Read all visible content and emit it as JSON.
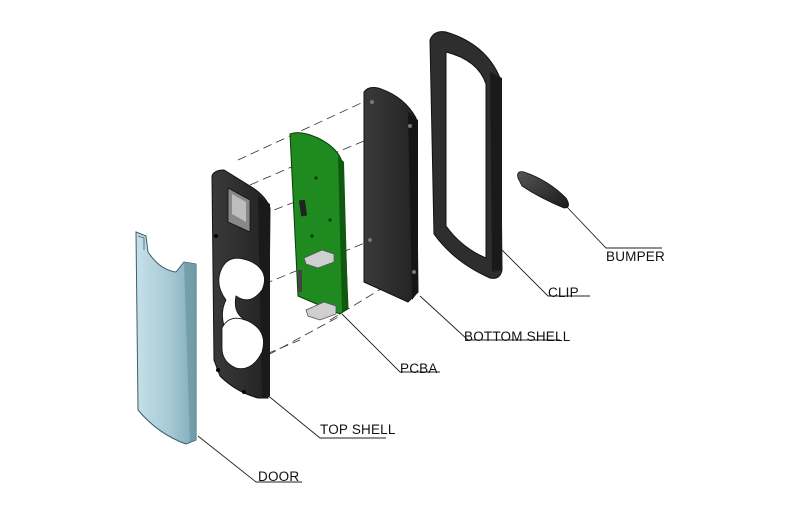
{
  "labels": {
    "bumper": "BUMPER",
    "clip": "CLIP",
    "bottom_shell": "BOTTOM SHELL",
    "pcba": "PCBA",
    "top_shell": "TOP SHELL",
    "door": "DOOR"
  },
  "colors": {
    "door": "#a9ccd8",
    "shell": "#2b2b2b",
    "pcb": "#1f8a1f",
    "metal": "#c8c8c8"
  }
}
